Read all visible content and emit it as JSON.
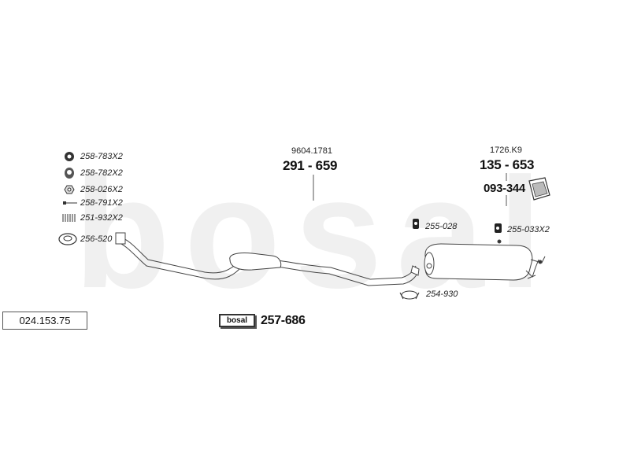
{
  "reference_number": "024.153.75",
  "brand_label": "bosal",
  "watermark": "bosal",
  "kit_number": "257-686",
  "parts_legend": [
    {
      "code": "258-783X2",
      "icon": "rubber-ring-icon"
    },
    {
      "code": "258-782X2",
      "icon": "rubber-mount-icon"
    },
    {
      "code": "258-026X2",
      "icon": "hex-nut-icon"
    },
    {
      "code": "258-791X2",
      "icon": "bolt-icon"
    },
    {
      "code": "251-932X2",
      "icon": "spring-icon"
    },
    {
      "code": "256-520",
      "icon": "gasket-ring-icon"
    }
  ],
  "front_pipe": {
    "ref": "9604.1781",
    "part": "291 - 659"
  },
  "rear_silencer": {
    "ref": "1726.K9",
    "part": "135 - 653"
  },
  "heat_shield": {
    "part": "093-344"
  },
  "hanger_front": {
    "code": "255-028"
  },
  "hanger_rear": {
    "code": "255-033X2"
  },
  "clamp": {
    "code": "254-930"
  }
}
